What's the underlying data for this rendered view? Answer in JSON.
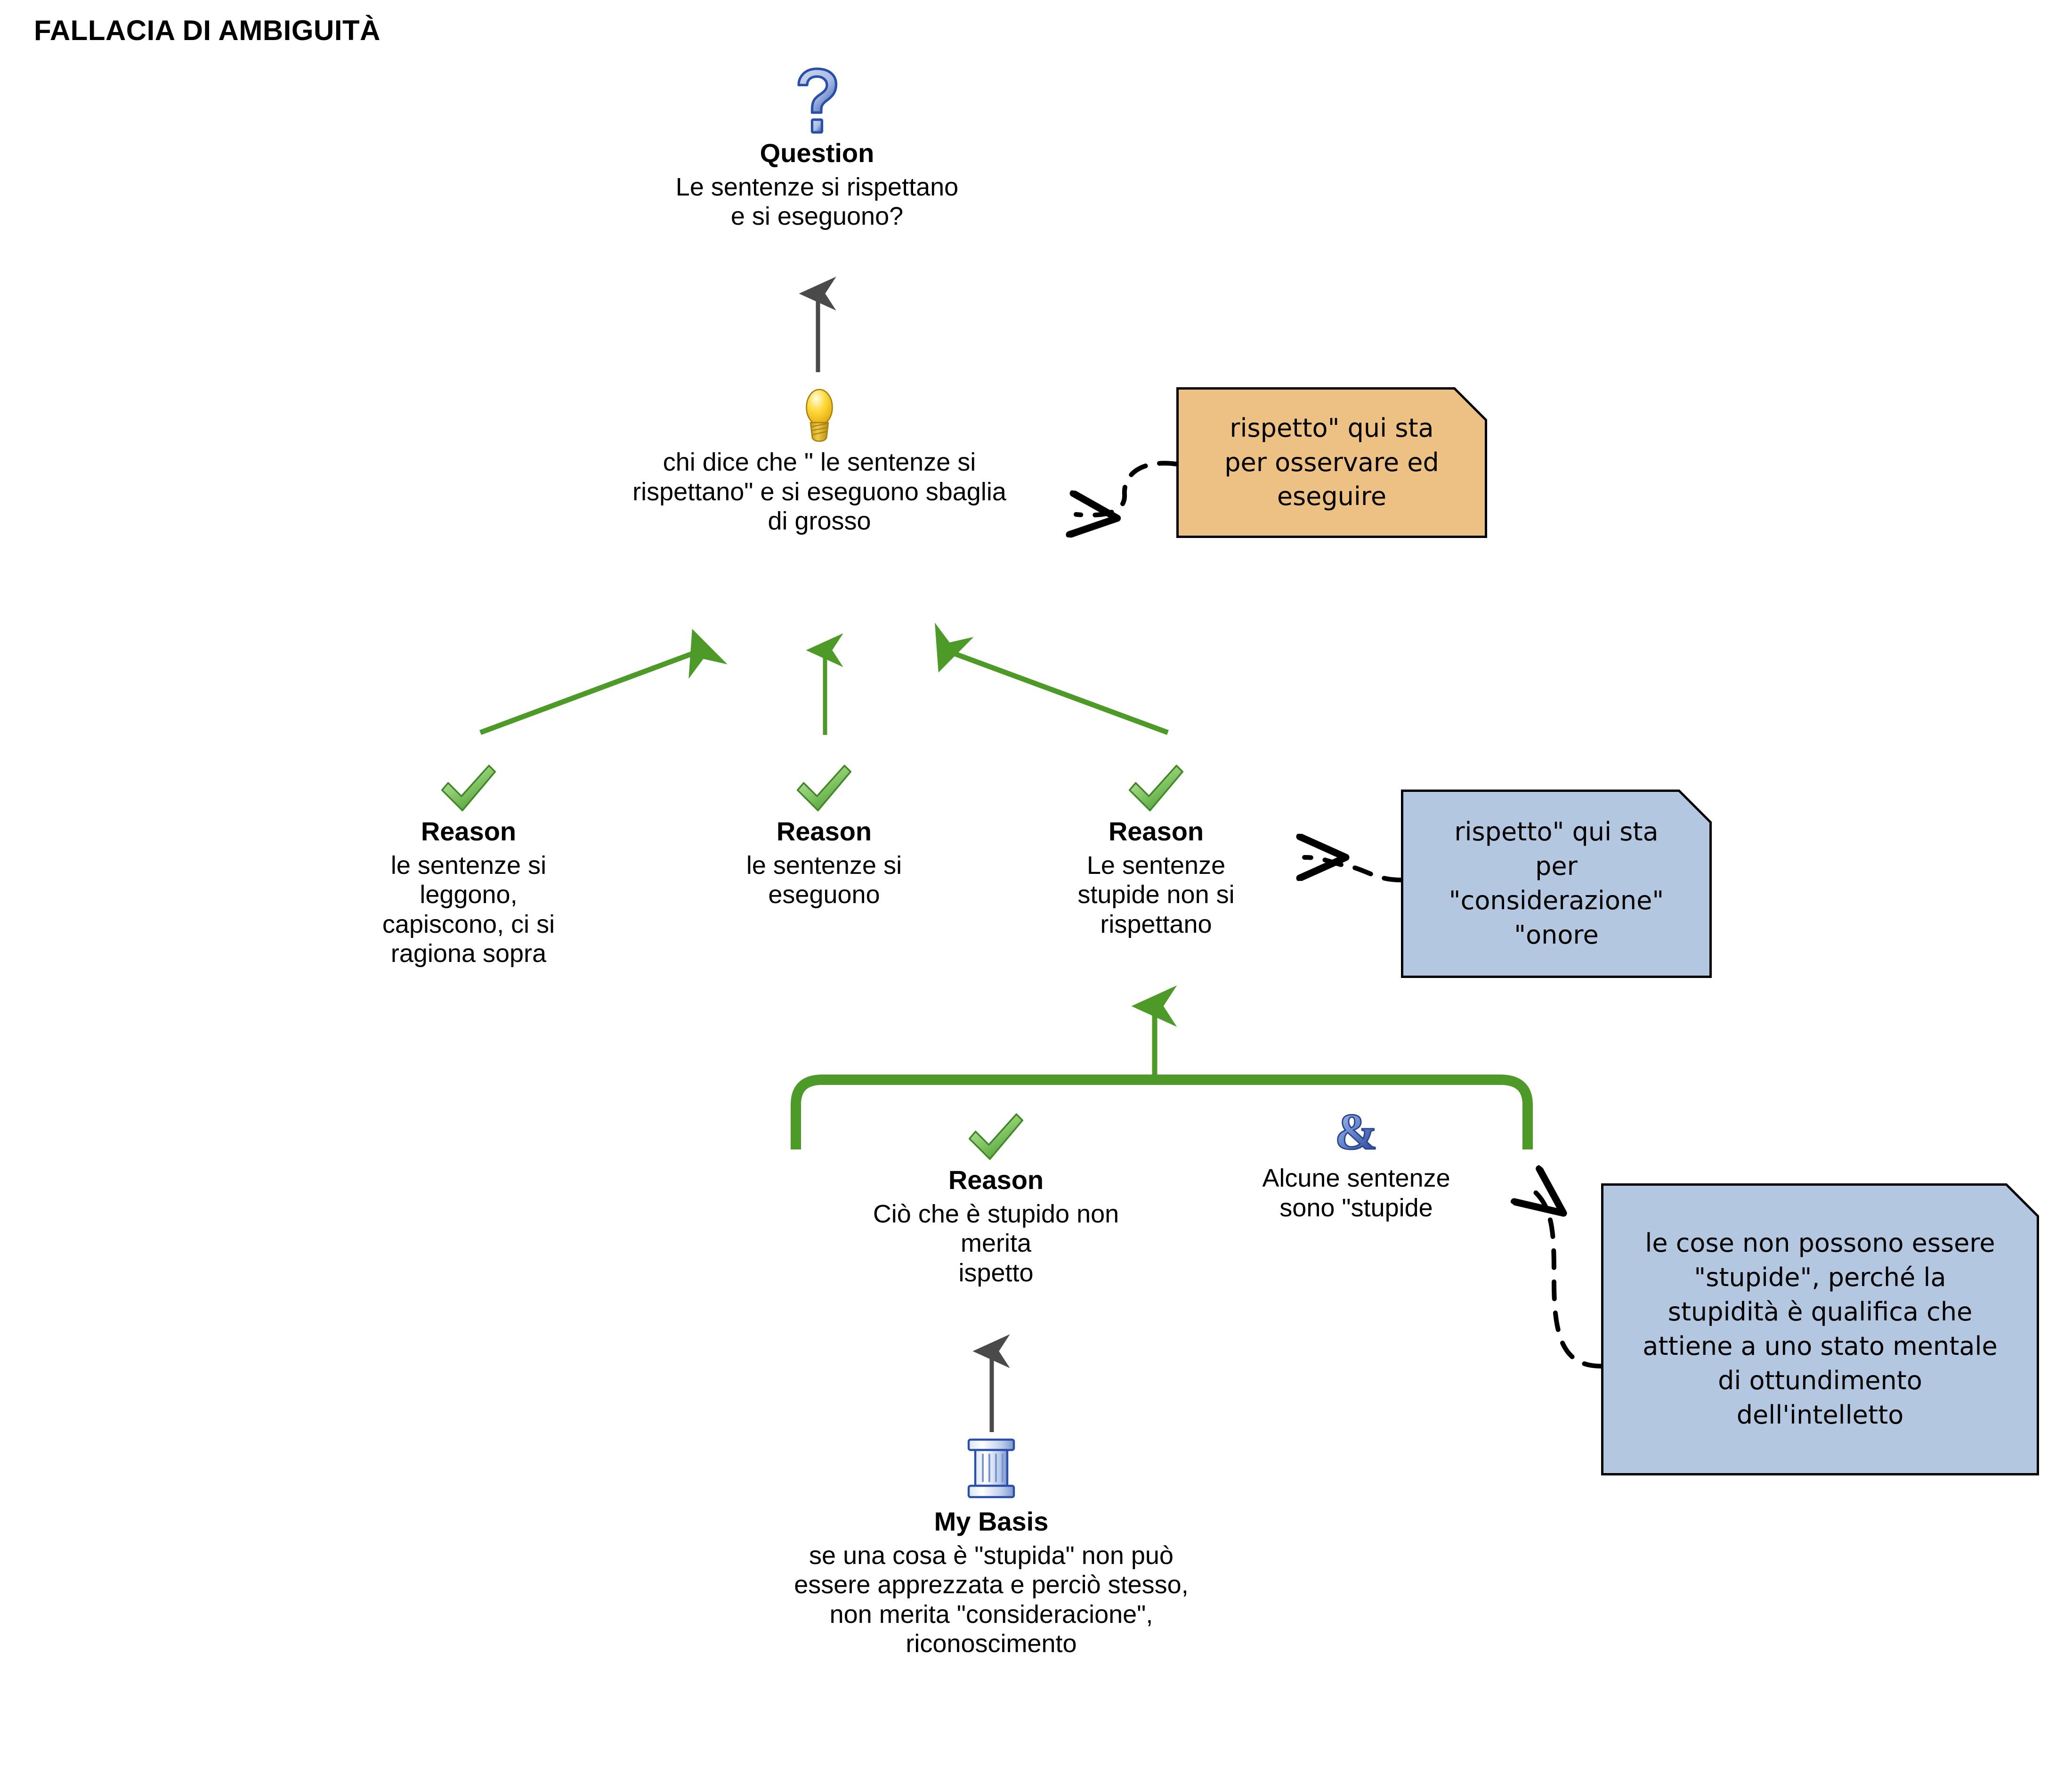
{
  "title": "FALLACIA DI AMBIGUITÀ",
  "colors": {
    "note_orange": "#EDC183",
    "note_blue": "#B4C7E0",
    "arrow_green": "#4E9A28",
    "arrow_grey": "#4A4A4A",
    "bracket_green": "#4E9A28",
    "icon_blue": "#3A5BAE",
    "icon_yellow": "#F2C41C",
    "icon_check_green": "#7DC462"
  },
  "nodes": {
    "question": {
      "icon": "question-mark-icon",
      "type_label": "Question",
      "text": "Le sentenze si rispettano\ne si eseguono?"
    },
    "main_claim": {
      "icon": "lightbulb-icon",
      "type_label": "",
      "text": "chi dice che \" le sentenze si\nrispettano\" e si eseguono sbaglia\ndi grosso"
    },
    "reason_1": {
      "icon": "green-check-icon",
      "type_label": "Reason",
      "text": "le sentenze si\nleggono,\ncapiscono, ci si\nragiona sopra"
    },
    "reason_2": {
      "icon": "green-check-icon",
      "type_label": "Reason",
      "text": "le sentenze si\neseguono"
    },
    "reason_3": {
      "icon": "green-check-icon",
      "type_label": "Reason",
      "text": "Le sentenze\nstupide non si\nrispettano"
    },
    "reason_4": {
      "icon": "green-check-icon",
      "type_label": "Reason",
      "text": "Ciò che è stupido non\nmerita\nispetto"
    },
    "co_premise": {
      "icon": "ampersand-icon",
      "type_label": "",
      "text": "Alcune sentenze\nsono \"stupide"
    },
    "my_basis": {
      "icon": "pillar-icon",
      "type_label": "My Basis",
      "text": "se una cosa è \"stupida\" non può\nessere apprezzata e perciò stesso,\nnon merita \"consideracione\",\nriconoscimento"
    }
  },
  "notes": {
    "note_1": {
      "color": "orange",
      "text": "rispetto\" qui sta\nper osservare ed\neseguire"
    },
    "note_2": {
      "color": "blue",
      "text": "rispetto\" qui sta\nper\n\"considerazione\"\n\"onore"
    },
    "note_3": {
      "color": "blue",
      "text": "le cose non possono essere\n\"stupide\", perché la\nstupidità è qualifica che\nattiene a uno stato mentale\ndi ottundimento\ndell'intelletto"
    }
  },
  "connectors": {
    "arrow_claim_to_question": "grey-arrow-up",
    "arrow_reason1_to_claim": "green-arrow-diagonal-up-right",
    "arrow_reason2_to_claim": "green-arrow-up",
    "arrow_reason3_to_claim": "green-arrow-diagonal-up-left",
    "bracket_copremise": "green-bracket",
    "arrow_bracket_to_reason3": "green-arrow-up",
    "arrow_basis_to_reason4": "grey-arrow-up",
    "note1_link": "dashed-curve-arrow-left",
    "note2_link": "dashed-curve-arrow-left",
    "note3_link": "dashed-curve-arrow-up-left"
  }
}
